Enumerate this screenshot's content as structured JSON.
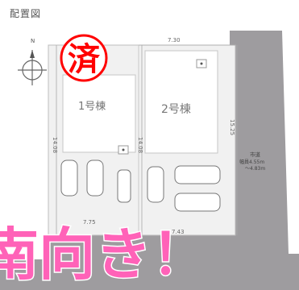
{
  "header": {
    "title": "配置図"
  },
  "compass": {
    "north_label": "N"
  },
  "sold_badge": {
    "label": "済"
  },
  "buildings": [
    {
      "label": "1号棟"
    },
    {
      "label": "2号棟"
    }
  ],
  "dimensions": {
    "top_width": "7.30",
    "lot1_depth": "14.08",
    "lot2_depth": "14.08",
    "right_depth": "15.25",
    "bottom_left": "7.75",
    "bottom_right": "7.43"
  },
  "road": {
    "title": "市道",
    "width_line1": "幅員4.55m",
    "width_line2": "～4.83m"
  },
  "banner": {
    "text": "南向き！"
  },
  "colors": {
    "road": "#9e9c9f",
    "lot": "#f1f1f1",
    "building": "#ffffff",
    "badge_red": "#ff0000",
    "banner_pink": "#ff62b8"
  }
}
